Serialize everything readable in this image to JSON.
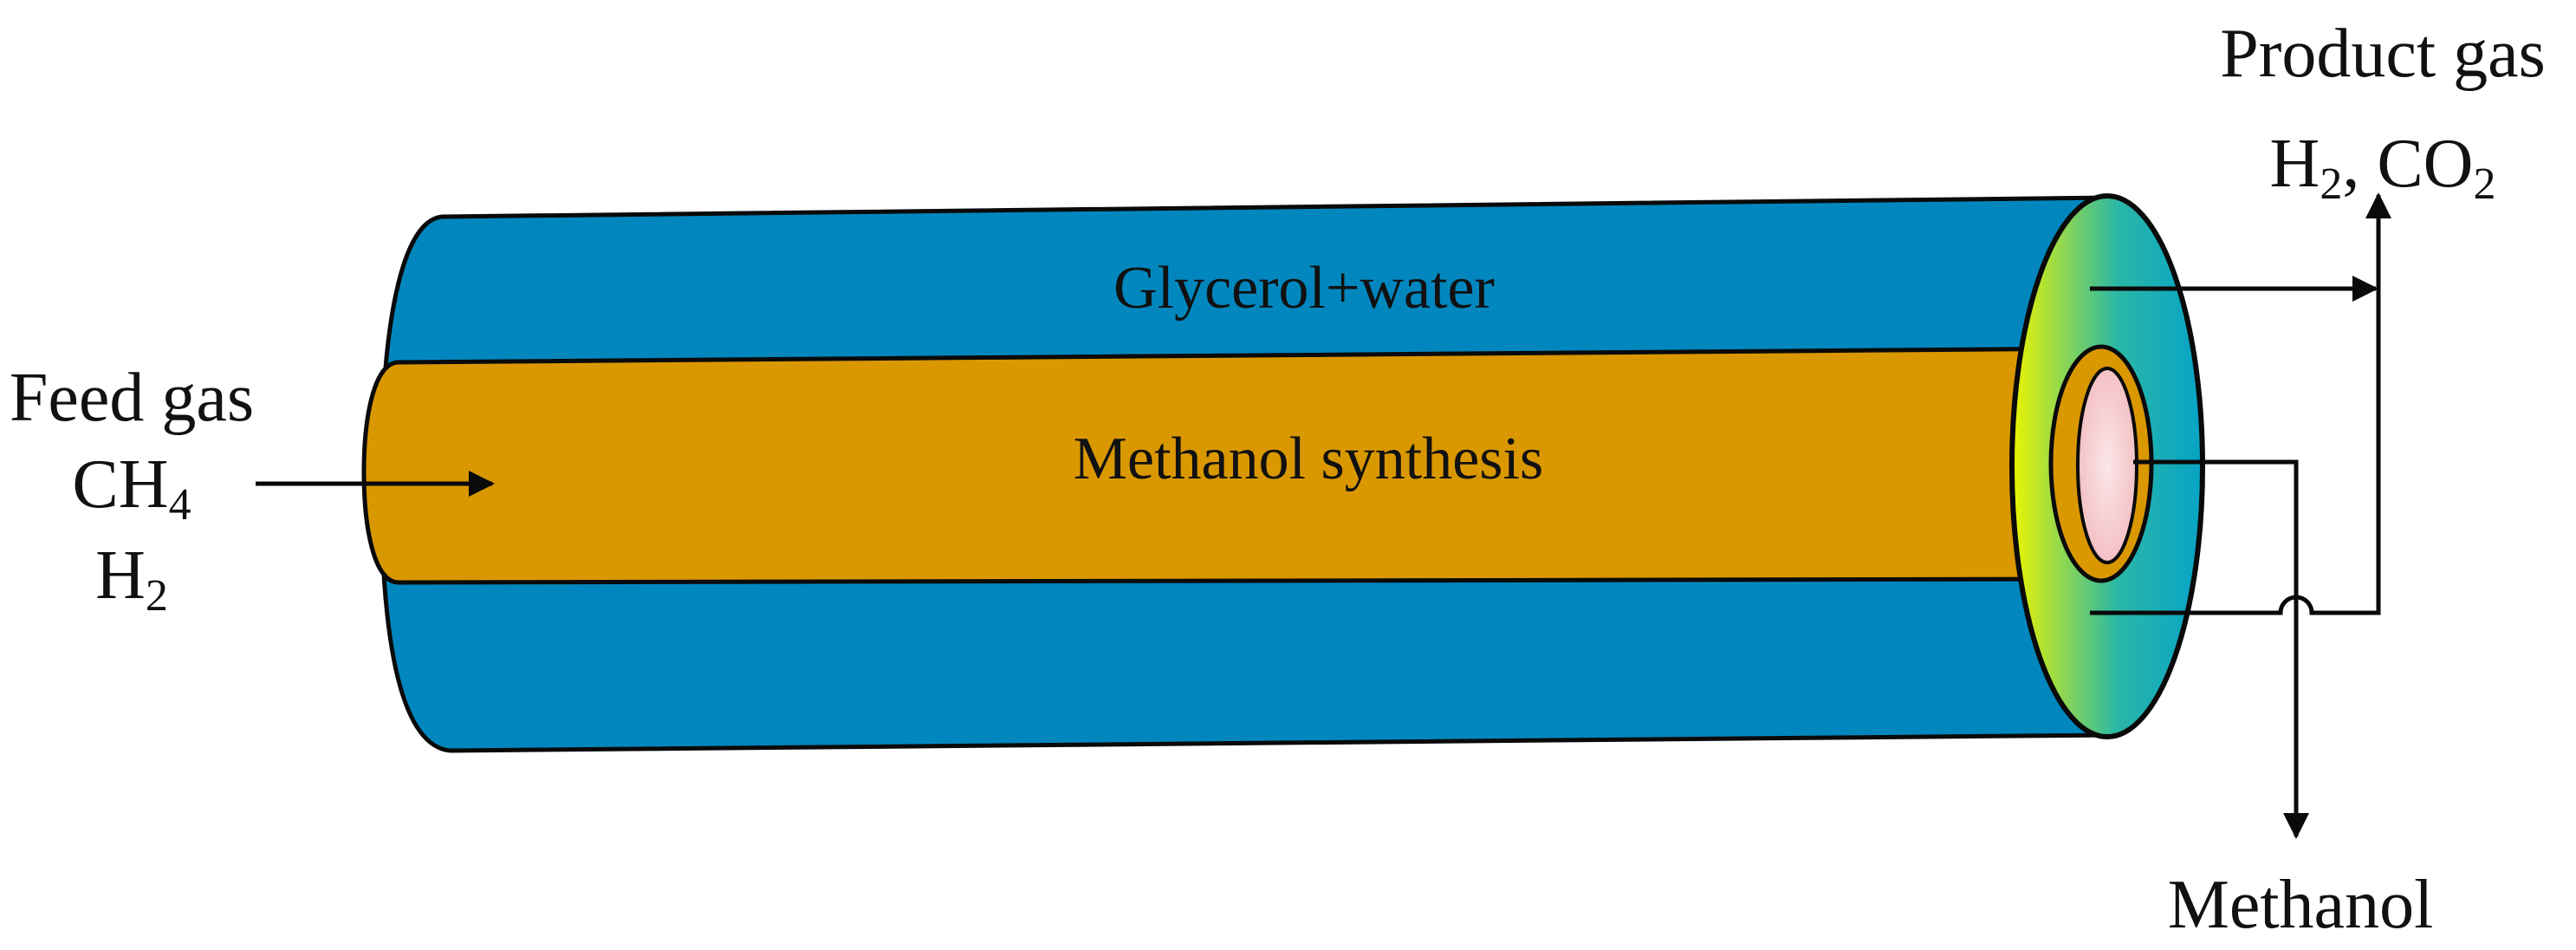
{
  "labels": {
    "shell": "Glycerol+water",
    "core": "Methanol synthesis",
    "feed": {
      "title": "Feed gas",
      "line1": "CH",
      "line1_sub": "4",
      "line2": "H",
      "line2_sub": "2"
    },
    "product": {
      "title": "Product gas",
      "h": "H",
      "h_sub": "2",
      "sep": ", CO",
      "co_sub": "2"
    },
    "outlet": "Methanol"
  },
  "colors": {
    "shell": "#0187be",
    "core": "#d99700",
    "core_end": "#f6d0d3",
    "annulus_gradient": [
      "#ecf500",
      "#2bb7a6",
      "#06a3c6"
    ],
    "lines": "#0a0a0a"
  }
}
